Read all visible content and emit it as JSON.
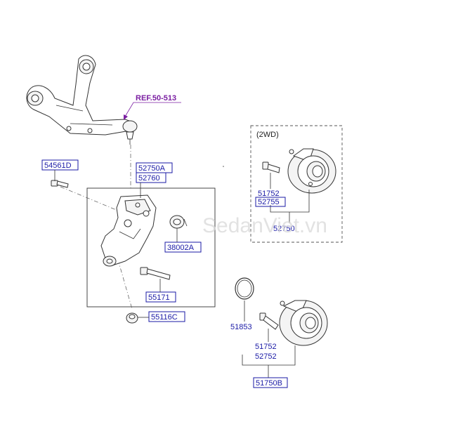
{
  "ref_label": "REF.50-513",
  "group_2wd": "(2WD)",
  "labels": {
    "p54561D": "54561D",
    "p52750A": "52750A",
    "p52760": "52760",
    "p38002A": "38002A",
    "p55171": "55171",
    "p55116C": "55116C",
    "p51752_top": "51752",
    "p52755": "52755",
    "p52750": "52750",
    "p51853": "51853",
    "p51752_bot": "51752",
    "p52752": "52752",
    "p51750B": "51750B"
  },
  "watermark": "SedanViet.vn",
  "colors": {
    "part_number": "#1a1aa6",
    "ref": "#7b1fa2",
    "box": "#1a1aa6"
  }
}
